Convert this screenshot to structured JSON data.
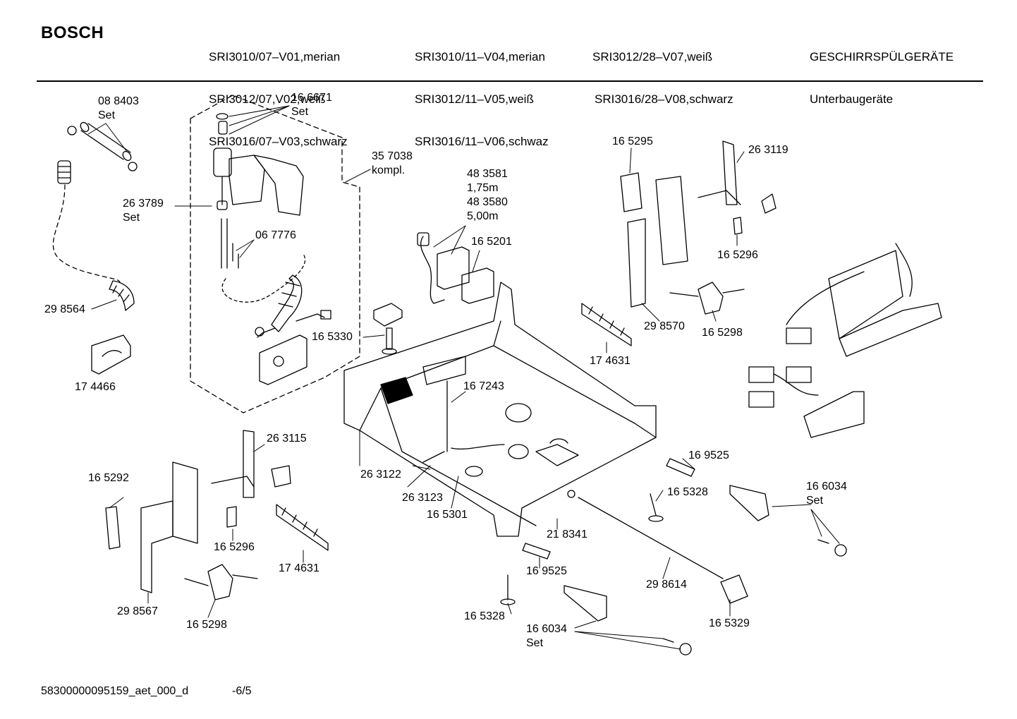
{
  "header": {
    "brand": "BOSCH",
    "models_col1": [
      "SRI3010/07–V01,merian",
      "SRI3012/07,V02,weiß",
      "SRI3016/07–V03,schwarz"
    ],
    "models_col2": [
      "SRI3010/11–V04,merian",
      "SRI3012/11–V05,weiß",
      "SRI3016/11–V06,schwaz"
    ],
    "models_col3": [
      "SRI3012/28–V07,weiß",
      "SRI3016/28–V08,schwarz"
    ],
    "category": [
      "GESCHIRRSPÜLGERÄTE",
      "Unterbaugeräte"
    ]
  },
  "parts": [
    {
      "id": "p-088403",
      "text": "08 8403\nSet"
    },
    {
      "id": "p-166671",
      "text": "16 6671\nSet"
    },
    {
      "id": "p-357038",
      "text": "35 7038\nkompl."
    },
    {
      "id": "p-263789",
      "text": "26 3789\nSet"
    },
    {
      "id": "p-067776",
      "text": "06 7776"
    },
    {
      "id": "p-298564",
      "text": "29 8564"
    },
    {
      "id": "p-174466",
      "text": "17 4466"
    },
    {
      "id": "p-483581",
      "text": "48 3581\n1,75m\n48 3580\n5,00m"
    },
    {
      "id": "p-165201",
      "text": "16 5201"
    },
    {
      "id": "p-165330",
      "text": "16 5330"
    },
    {
      "id": "p-165295",
      "text": "16 5295"
    },
    {
      "id": "p-263119",
      "text": "26 3119"
    },
    {
      "id": "p-165296a",
      "text": "16 5296"
    },
    {
      "id": "p-298570",
      "text": "29 8570"
    },
    {
      "id": "p-165298a",
      "text": "16 5298"
    },
    {
      "id": "p-174631a",
      "text": "17 4631"
    },
    {
      "id": "p-167243",
      "text": "16 7243"
    },
    {
      "id": "p-263115",
      "text": "26 3115"
    },
    {
      "id": "p-165292",
      "text": "16 5292"
    },
    {
      "id": "p-263122",
      "text": "26 3122"
    },
    {
      "id": "p-263123",
      "text": "26 3123"
    },
    {
      "id": "p-165301",
      "text": "16 5301"
    },
    {
      "id": "p-165296b",
      "text": "16 5296"
    },
    {
      "id": "p-174631b",
      "text": "17 4631"
    },
    {
      "id": "p-298567",
      "text": "29 8567"
    },
    {
      "id": "p-165298b",
      "text": "16 5298"
    },
    {
      "id": "p-169525a",
      "text": "16 9525"
    },
    {
      "id": "p-165328a",
      "text": "16 5328"
    },
    {
      "id": "p-166034a",
      "text": "16 6034\nSet"
    },
    {
      "id": "p-218341",
      "text": "21 8341"
    },
    {
      "id": "p-169525b",
      "text": "16 9525"
    },
    {
      "id": "p-298614",
      "text": "29 8614"
    },
    {
      "id": "p-165328b",
      "text": "16 5328"
    },
    {
      "id": "p-166034b",
      "text": "16 6034\nSet"
    },
    {
      "id": "p-165329",
      "text": "16 5329"
    }
  ],
  "footer": {
    "doc_id": "58300000095159_aet_000_d",
    "page": "-6/5"
  }
}
